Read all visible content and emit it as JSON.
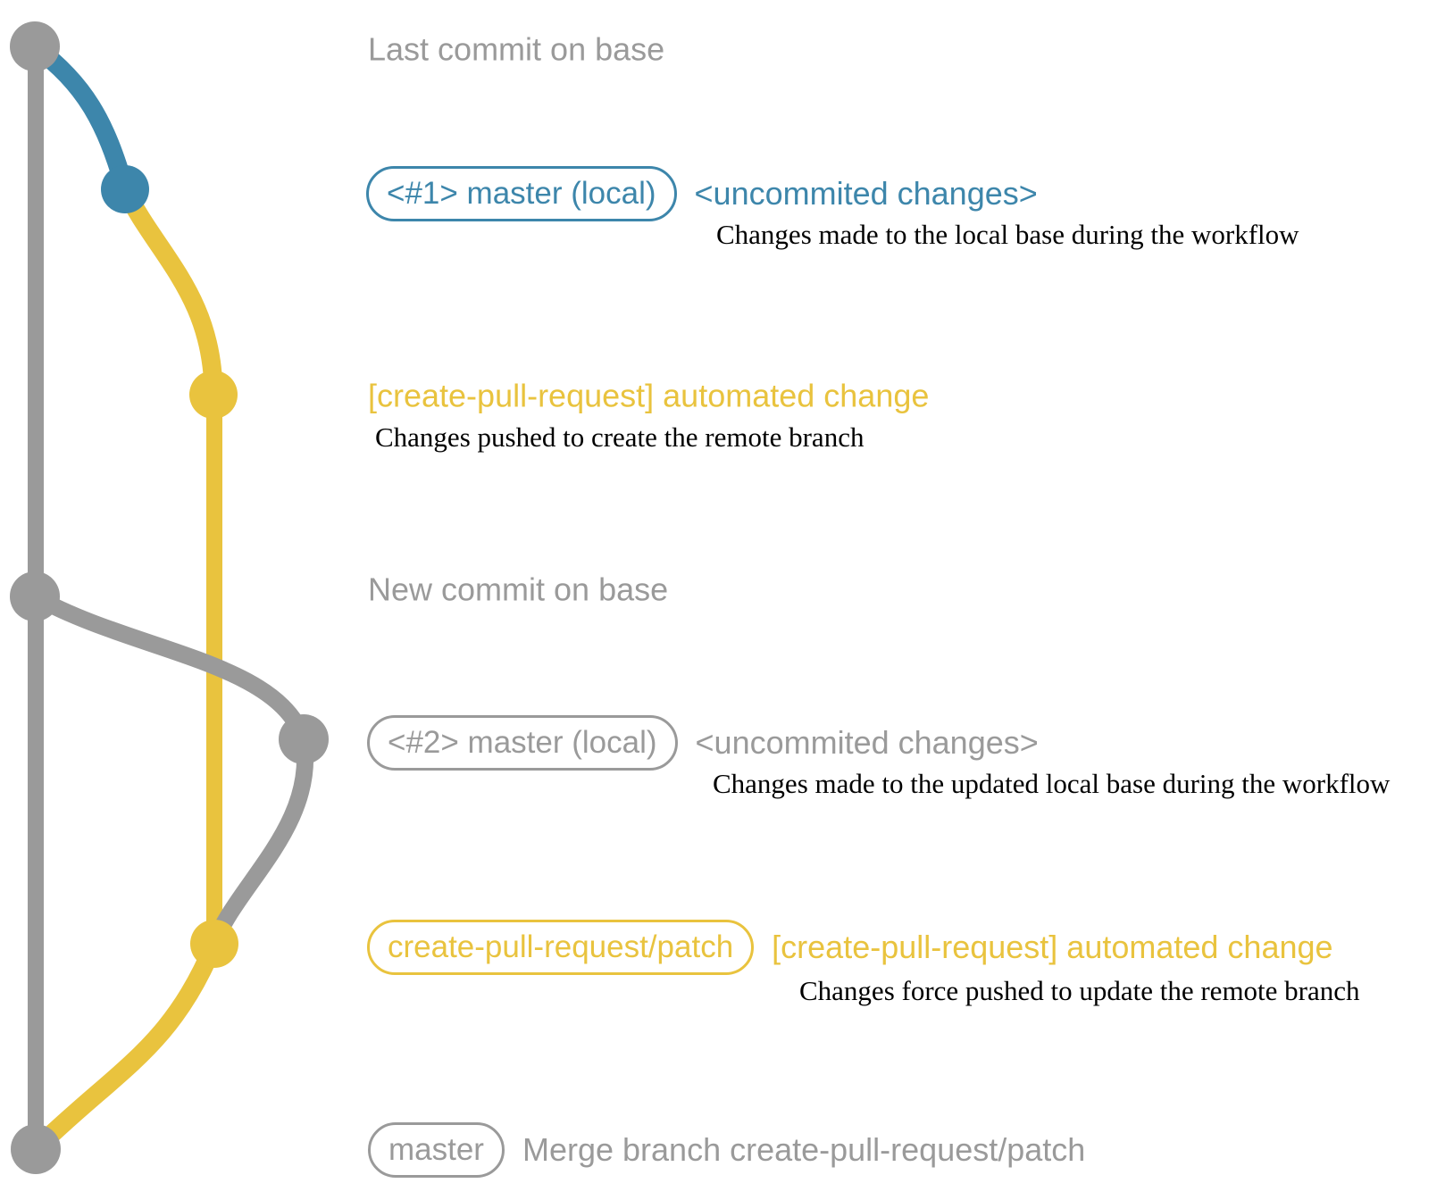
{
  "colors": {
    "background": "#ffffff",
    "gray": "#9a9a9a",
    "blue": "#3d86ab",
    "yellow": "#e9c33e",
    "ink": "#000000"
  },
  "graph": {
    "branches": [
      "base (master)",
      "local master",
      "create-pull-request/patch"
    ],
    "nodes": [
      "last-commit-on-base",
      "local-commit-1",
      "patch-commit-1",
      "new-commit-on-base",
      "local-commit-2",
      "patch-commit-2",
      "merge-commit"
    ]
  },
  "rows": {
    "last_commit": {
      "label": "Last commit on base"
    },
    "commit1": {
      "badge": "<#1> master (local)",
      "title": "<uncommited changes>",
      "description": "Changes made to the local base during the workflow"
    },
    "push1": {
      "title": "[create-pull-request] automated change",
      "description": "Changes pushed to create the remote branch"
    },
    "new_commit": {
      "label": "New commit on base"
    },
    "commit2": {
      "badge": "<#2> master (local)",
      "title": "<uncommited changes>",
      "description": "Changes made to the updated local base during the workflow"
    },
    "push2": {
      "badge": "create-pull-request/patch",
      "title": "[create-pull-request] automated change",
      "description": "Changes force pushed to update the remote branch"
    },
    "merge": {
      "badge": "master",
      "label": "Merge branch create-pull-request/patch"
    }
  }
}
